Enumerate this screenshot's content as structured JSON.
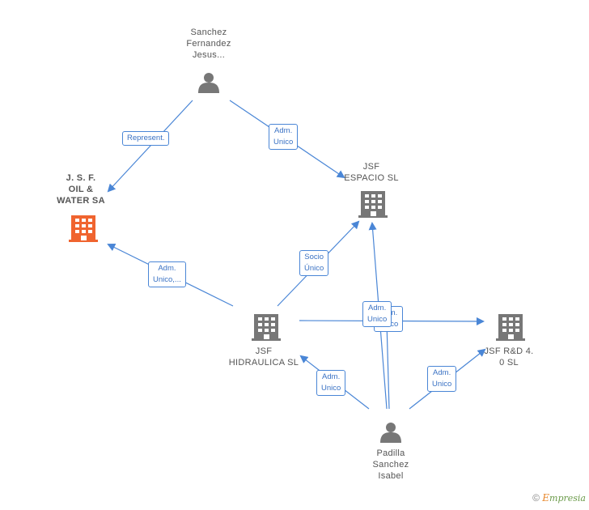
{
  "nodes": {
    "sanchez": {
      "lines": [
        "Sanchez",
        "Fernandez",
        "Jesus..."
      ],
      "type": "person"
    },
    "jsf_oil": {
      "lines": [
        "J.  S. F.",
        "OIL &",
        "WATER SA"
      ],
      "type": "company-main"
    },
    "jsf_espacio": {
      "lines": [
        "JSF",
        "ESPACIO  SL"
      ],
      "type": "company"
    },
    "jsf_hidraulica": {
      "lines": [
        "JSF",
        "HIDRAULICA SL"
      ],
      "type": "company"
    },
    "jsf_rd": {
      "lines": [
        "JSF R&D 4.",
        "0  SL"
      ],
      "type": "company"
    },
    "padilla": {
      "lines": [
        "Padilla",
        "Sanchez",
        "Isabel"
      ],
      "type": "person"
    }
  },
  "relations": {
    "represent": [
      "Represent."
    ],
    "adm_unico_espacio": [
      "Adm.",
      "Unico"
    ],
    "adm_unico_oil": [
      "Adm.",
      "Unico,..."
    ],
    "socio_unico": [
      "Socio",
      "Único"
    ],
    "adm_unico_center_back": [
      "Adm.",
      "Unico"
    ],
    "adm_unico_center": [
      "Adm.",
      "Unico"
    ],
    "adm_unico_hidraulica": [
      "Adm.",
      "Unico"
    ],
    "adm_unico_rd": [
      "Adm.",
      "Unico"
    ]
  },
  "colors": {
    "edge": "#4a86d6",
    "company_icon": "#777777",
    "company_main_icon": "#f0642f",
    "person_icon": "#777777"
  },
  "watermark": {
    "copyright": "©",
    "brand_initial": "E",
    "brand_rest": "mpresia"
  }
}
